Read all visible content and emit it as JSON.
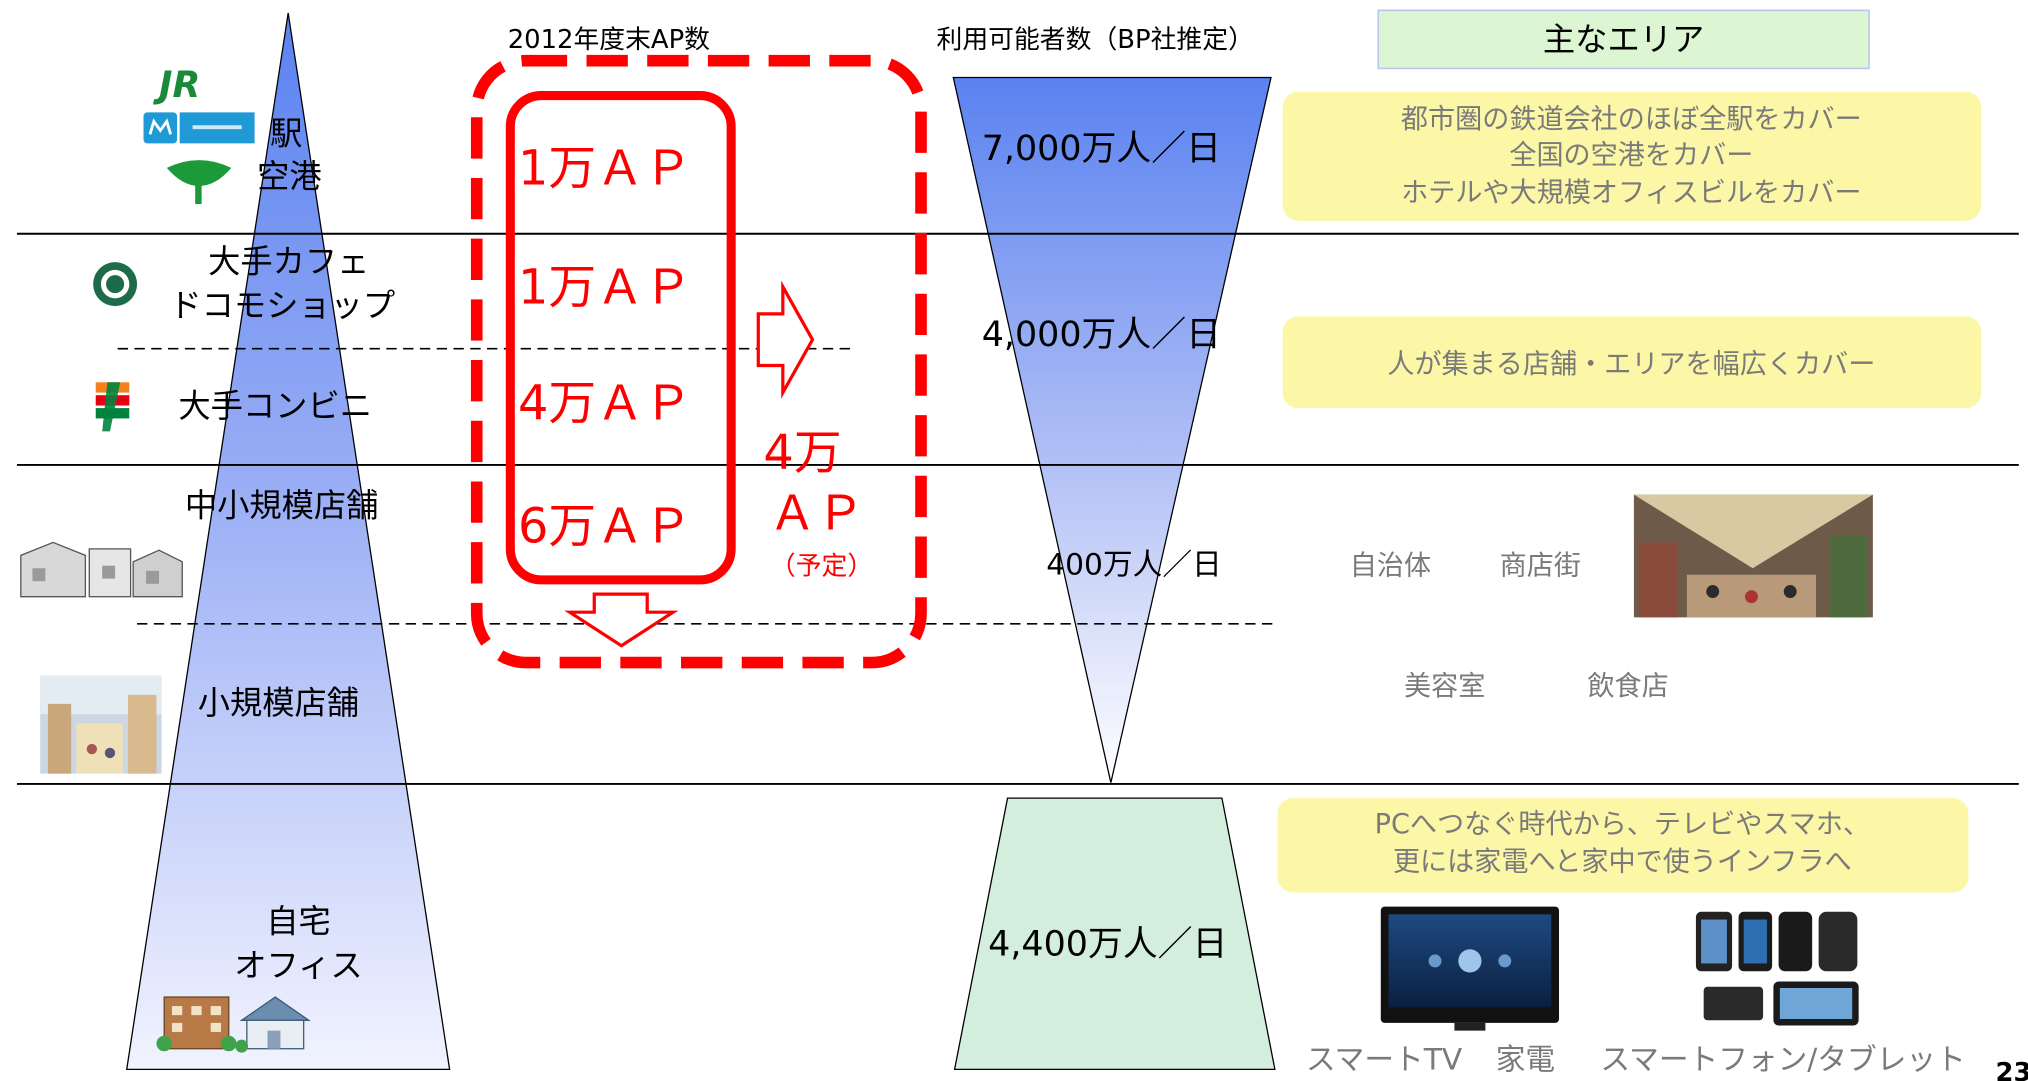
{
  "headers": {
    "ap_count": "2012年度末AP数",
    "users": "利用可能者数（BP社推定）",
    "areas": "主なエリア"
  },
  "left_labels": {
    "station_line1": "駅",
    "station_line2": "空港",
    "cafe_line1": "大手カフェ",
    "cafe_line2": "ドコモショップ",
    "convenience": "大手コンビニ",
    "small_medium_shops": "中小規模店舗",
    "small_shops": "小規模店舗",
    "home_line1": "自宅",
    "home_line2": "オフィス"
  },
  "ap_values": {
    "station": "1万ＡＰ",
    "cafe": "1万ＡＰ",
    "convenience": "4万ＡＰ",
    "small_medium": "6万ＡＰ",
    "planned_line1": "4万",
    "planned_line2": "ＡＰ",
    "planned_note": "（予定）"
  },
  "user_values": {
    "station": "7,000万人／日",
    "shops": "4,000万人／日",
    "local": "400万人／日",
    "home": "4,400万人／日"
  },
  "area_notes": {
    "rail_line1": "都市圏の鉄道会社のほぼ全駅をカバー",
    "rail_line2": "全国の空港をカバー",
    "rail_line3": "ホテルや大規模オフィスビルをカバー",
    "shops": "人が集まる店舗・エリアを幅広くカバー",
    "local_1": "自治体",
    "local_2": "商店街",
    "small_1": "美容室",
    "small_2": "飲食店",
    "home_line1": "PCへつなぐ時代から、テレビやスマホ、",
    "home_line2": "更には家電へと家中で使うインフラへ"
  },
  "devices": {
    "tv": "スマートTV",
    "appliance": "家電",
    "mobile": "スマートフォン/タブレット"
  },
  "logos": {
    "jr": "JR"
  },
  "page_number": "23",
  "colors": {
    "ap_red": "#ff0000",
    "header_box": "#dcf5d2",
    "note_box": "#fbf7a7",
    "funnel_top": "#5a82f0",
    "home_green": "#d4eedd",
    "gray_text": "#7a7a7a"
  }
}
